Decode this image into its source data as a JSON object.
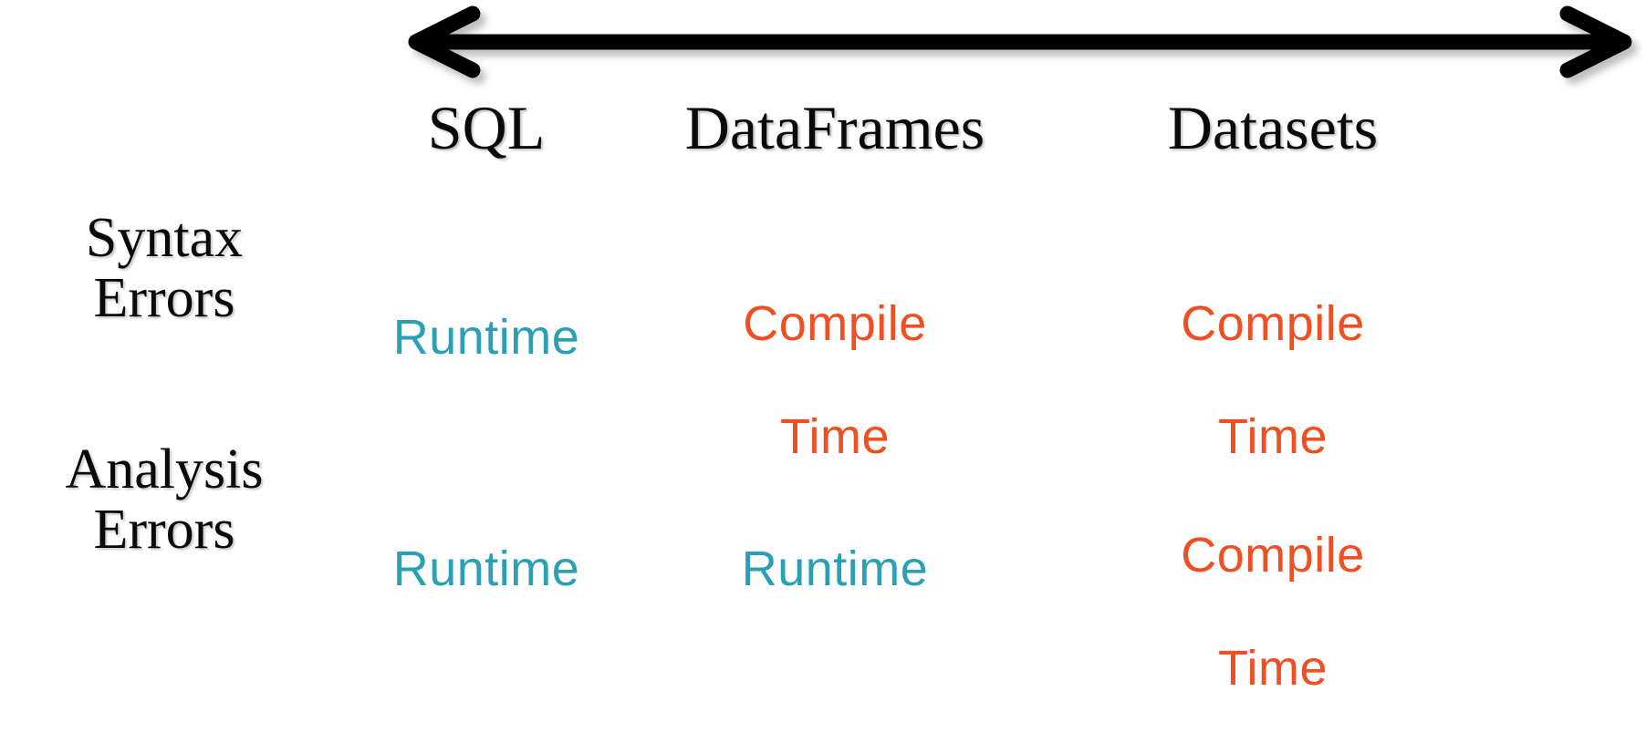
{
  "chart_data": {
    "type": "table",
    "title": "",
    "axis_arrow": {
      "name": "double-headed-horizontal-arrow",
      "direction": "both",
      "label": "",
      "color": "#000000"
    },
    "corner_label": "",
    "columns": [
      "SQL",
      "DataFrames",
      "Datasets"
    ],
    "rows": [
      {
        "label_lines": [
          "Syntax",
          "Errors"
        ],
        "cells": [
          {
            "lines": [
              "Runtime"
            ],
            "kind": "runtime",
            "color": "#2ba0b5"
          },
          {
            "lines": [
              "Compile",
              "Time"
            ],
            "kind": "compile",
            "color": "#f04e23"
          },
          {
            "lines": [
              "Compile",
              "Time"
            ],
            "kind": "compile",
            "color": "#f04e23"
          }
        ]
      },
      {
        "label_lines": [
          "Analysis",
          "Errors"
        ],
        "cells": [
          {
            "lines": [
              "Runtime"
            ],
            "kind": "runtime",
            "color": "#2ba0b5"
          },
          {
            "lines": [
              "Runtime"
            ],
            "kind": "runtime",
            "color": "#2ba0b5"
          },
          {
            "lines": [
              "Compile",
              "Time"
            ],
            "kind": "compile",
            "color": "#f04e23"
          }
        ]
      }
    ],
    "legend": [],
    "colors": {
      "runtime": "#2ba0b5",
      "compile_time": "#f04e23",
      "text": "#0a0a0a",
      "background": "#ffffff"
    }
  },
  "table": {
    "columns": {
      "c0": "SQL",
      "c1": "DataFrames",
      "c2": "Datasets"
    },
    "row0": {
      "label_line1": "Syntax",
      "label_line2": "Errors",
      "cell0_line1": "Runtime",
      "cell1_line1": "Compile",
      "cell1_line2": "Time",
      "cell2_line1": "Compile",
      "cell2_line2": "Time"
    },
    "row1": {
      "label_line1": "Analysis",
      "label_line2": "Errors",
      "cell0_line1": "Runtime",
      "cell1_line1": "Runtime",
      "cell2_line1": "Compile",
      "cell2_line2": "Time"
    }
  }
}
